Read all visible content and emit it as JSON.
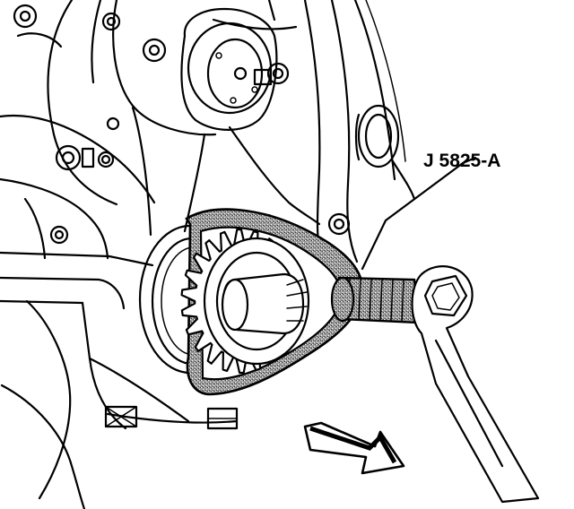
{
  "callout": {
    "label": "J 5825-A"
  },
  "colors": {
    "line": "#000000",
    "background": "#ffffff",
    "tool_fill": "#8c8c8c"
  },
  "elements": [
    "engine-block",
    "water-pump-hub",
    "crankshaft-sprocket",
    "puller-tool",
    "forcing-screw",
    "ratchet-wrench",
    "direction-arrow"
  ]
}
